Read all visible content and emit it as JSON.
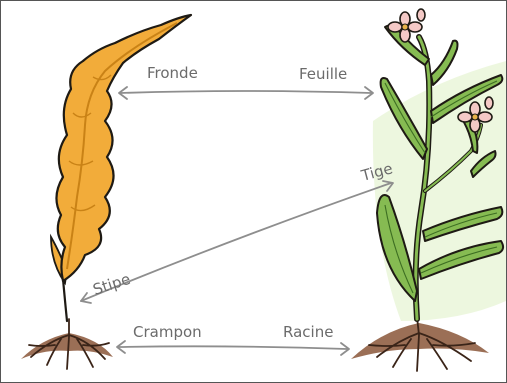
{
  "labels": {
    "fronde": "Fronde",
    "feuille": "Feuille",
    "tige": "Tige",
    "stipe": "Stipe",
    "crampon": "Crampon",
    "racine": "Racine"
  },
  "colors": {
    "algae_fill": "#f2ac3a",
    "algae_outline": "#1e1a14",
    "leaf_fill": "#86bb52",
    "leaf_glow": "#b9e07e",
    "root": "#7a4a30",
    "arrow": "#8e8e8e",
    "flower": "#f4c9c6"
  },
  "icons": {
    "algae": "seaweed-illustration",
    "plant": "flowering-plant-illustration"
  }
}
